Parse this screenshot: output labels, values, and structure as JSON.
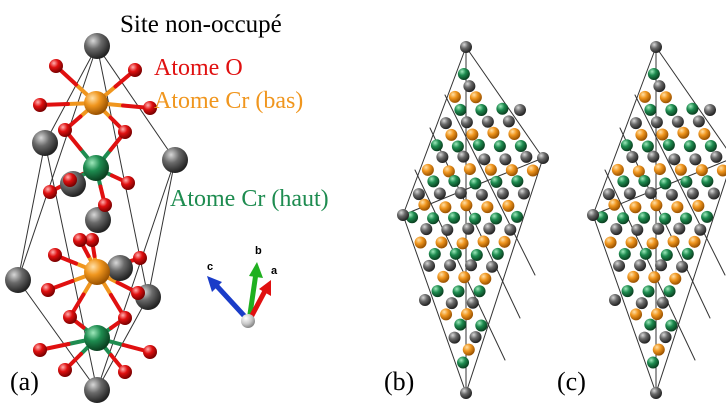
{
  "labels": {
    "vacant_site": "Site non-occupé",
    "oxygen": "Atome O",
    "cr_low": "Atome Cr (bas)",
    "cr_high": "Atome Cr (haut)"
  },
  "panels": {
    "a": "(a)",
    "b": "(b)",
    "c": "(c)"
  },
  "axes": {
    "a": "a",
    "b": "b",
    "c": "c"
  },
  "colors": {
    "vacant": "#5a5a5a",
    "oxygen": "#e01010",
    "cr_low": "#f0961e",
    "cr_high": "#1e8c50",
    "axis_a": "#e01010",
    "axis_b": "#20b020",
    "axis_c": "#1a3cc8",
    "edge": "#333333"
  }
}
